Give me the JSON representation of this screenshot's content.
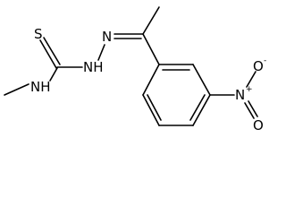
{
  "structure": {
    "atoms": {
      "thione_s": "S",
      "amine_nh": "NH",
      "imine_n": "N",
      "hydrazine_nh": "NH",
      "nitro_n": "N",
      "nitro_n_charge": "+",
      "nitro_o_top": "O",
      "nitro_o_top_charge": "-",
      "nitro_o_bottom": "O"
    }
  }
}
